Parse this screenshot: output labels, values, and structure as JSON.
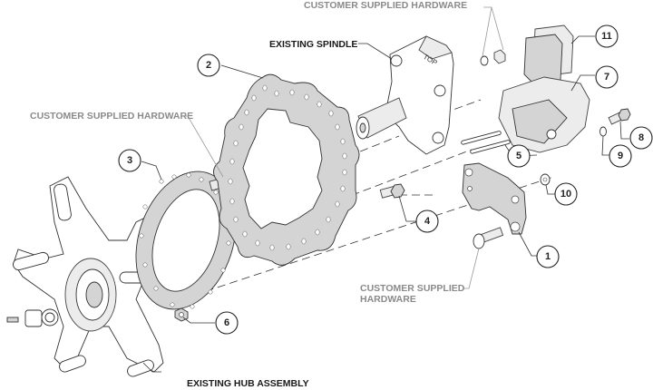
{
  "diagram": {
    "title": "Brake kit exploded assembly",
    "labels": {
      "customer_hw_top": "CUSTOMER SUPPLIED HARDWARE",
      "customer_hw_left": "CUSTOMER SUPPLIED HARDWARE",
      "customer_hw_bottom_line1": "CUSTOMER SUPPLIED",
      "customer_hw_bottom_line2": "HARDWARE",
      "existing_spindle": "EXISTING SPINDLE",
      "existing_hub": "EXISTING HUB ASSEMBLY"
    },
    "spindle_mark": "TOP",
    "callouts": [
      {
        "id": "1",
        "part": "caliper-bracket"
      },
      {
        "id": "2",
        "part": "rotor"
      },
      {
        "id": "3",
        "part": "rotor-adapter"
      },
      {
        "id": "4",
        "part": "rotor-bolt"
      },
      {
        "id": "5",
        "part": "pad-retainer-pins"
      },
      {
        "id": "6",
        "part": "lock-nut"
      },
      {
        "id": "7",
        "part": "caliper"
      },
      {
        "id": "8",
        "part": "caliper-bolt"
      },
      {
        "id": "9",
        "part": "washer"
      },
      {
        "id": "10",
        "part": "bracket-washer"
      },
      {
        "id": "11",
        "part": "brake-pads"
      }
    ]
  }
}
